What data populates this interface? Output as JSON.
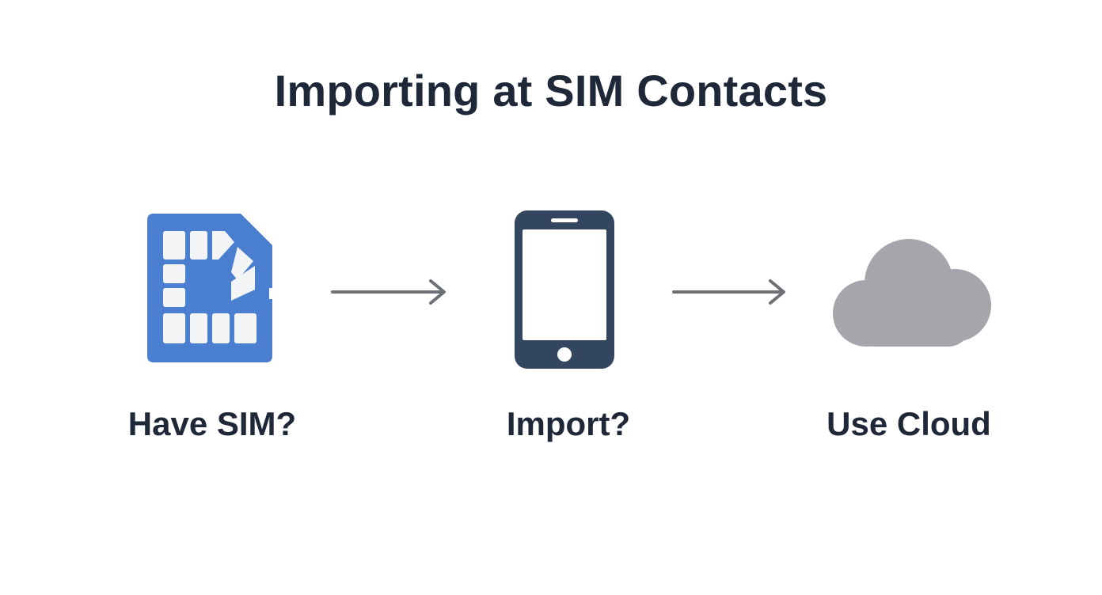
{
  "diagram": {
    "title": "Importing at SIM Contacts",
    "steps": [
      {
        "label": "Have SIM?",
        "icon": "sim-card-icon"
      },
      {
        "label": "Import?",
        "icon": "smartphone-icon"
      },
      {
        "label": "Use Cloud",
        "icon": "cloud-icon"
      }
    ],
    "connectors": [
      {
        "from": "Have SIM?",
        "to": "Import?",
        "icon": "arrow-right-icon"
      },
      {
        "from": "Import?",
        "to": "Use Cloud",
        "icon": "arrow-right-icon"
      }
    ],
    "colors": {
      "title_text": "#1e2838",
      "sim_card": "#4a7fcf",
      "sim_chip": "#f3f4f6",
      "phone": "#33465f",
      "cloud": "#a4a6ab",
      "arrow": "#6d7176"
    }
  }
}
